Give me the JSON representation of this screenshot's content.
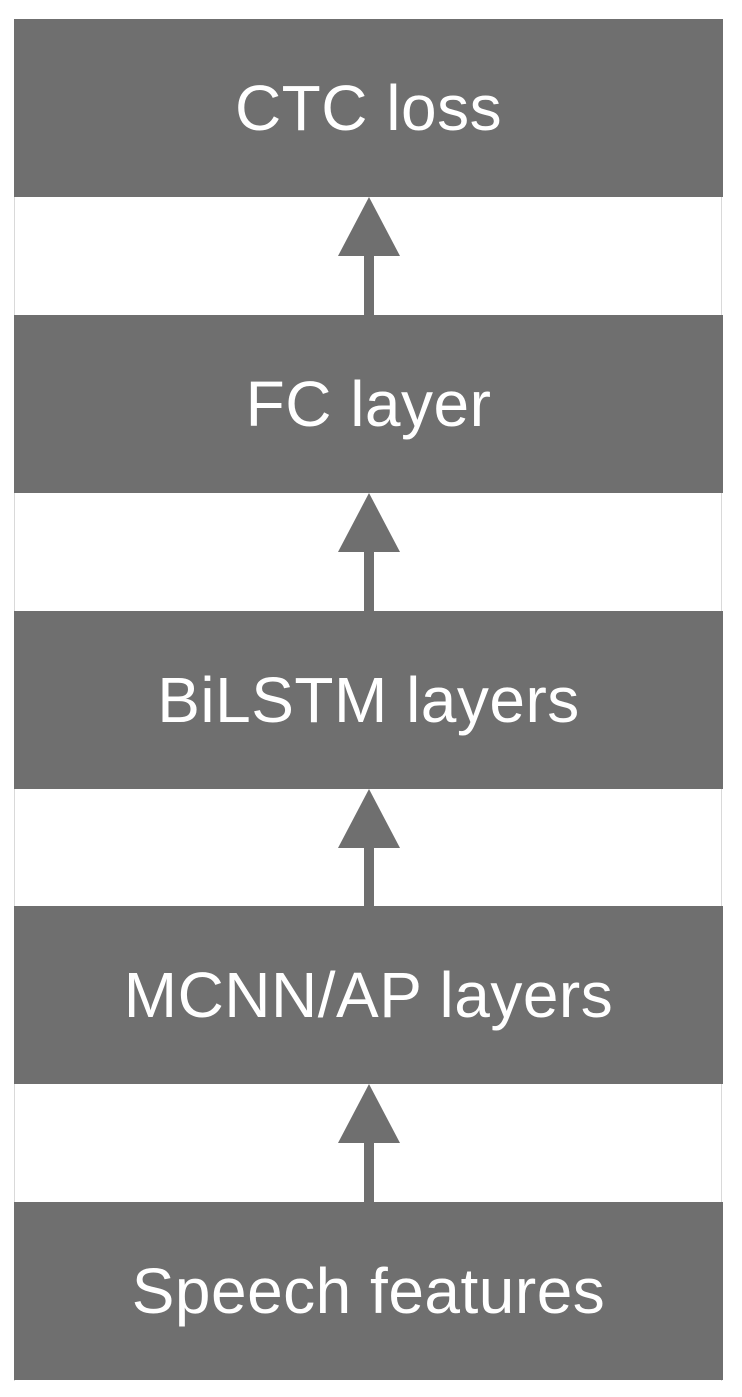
{
  "colors": {
    "block_fill": "#6f6f6f",
    "block_text": "#ffffff",
    "arrow": "#6f6f6f",
    "background": "#ffffff"
  },
  "diagram": {
    "blocks": [
      {
        "label": "CTC loss"
      },
      {
        "label": "FC layer"
      },
      {
        "label": "BiLSTM layers"
      },
      {
        "label": "MCNN/AP layers"
      },
      {
        "label": "Speech features"
      }
    ],
    "arrows": [
      {
        "from": "FC layer",
        "to": "CTC loss"
      },
      {
        "from": "BiLSTM layers",
        "to": "FC layer"
      },
      {
        "from": "MCNN/AP layers",
        "to": "BiLSTM layers"
      },
      {
        "from": "Speech features",
        "to": "MCNN/AP layers"
      }
    ]
  }
}
